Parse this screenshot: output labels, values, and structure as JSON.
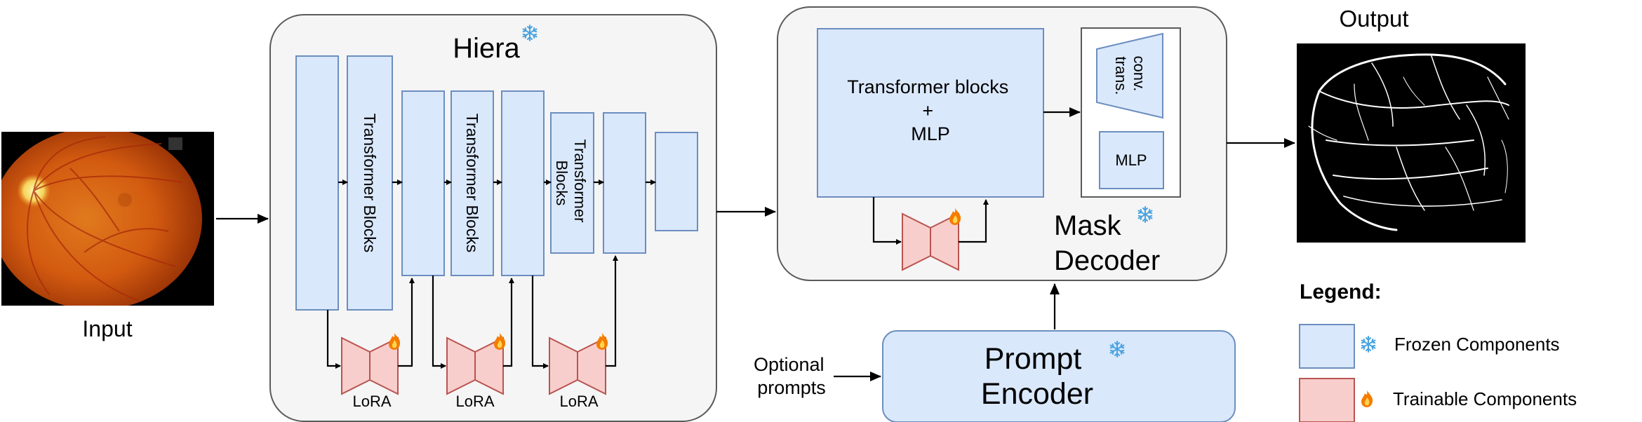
{
  "labels": {
    "input": "Input",
    "output": "Output",
    "hiera_title": "Hiera",
    "transformer_blocks_1": "Transformer Blocks",
    "transformer_blocks_2": "Transformer Blocks",
    "transformer_blocks_3_line1": "Transformer",
    "transformer_blocks_3_line2": "Blocks",
    "lora_1": "LoRA",
    "lora_2": "LoRA",
    "lora_3": "LoRA",
    "decoder_transformer_line1": "Transformer blocks",
    "decoder_transformer_line2": "+",
    "decoder_transformer_line3": "MLP",
    "conv_trans_line1": "conv.",
    "conv_trans_line2": "trans.",
    "decoder_mlp": "MLP",
    "mask_decoder_line1": "Mask",
    "mask_decoder_line2": "Decoder",
    "optional_prompts_line1": "Optional",
    "optional_prompts_line2": "prompts",
    "prompt_encoder_line1": "Prompt",
    "prompt_encoder_line2": "Encoder",
    "legend_title": "Legend:",
    "legend_frozen": "Frozen Components",
    "legend_trainable": "Trainable Components"
  },
  "icons": {
    "frozen": "snowflake-icon",
    "trainable": "fire-icon"
  },
  "colors": {
    "frozen_fill": "#dae8fc",
    "frozen_stroke": "#6c8ebf",
    "trainable_fill": "#f8cecc",
    "trainable_stroke": "#b85450",
    "panel_fill": "#f5f5f5",
    "snowflake": "#4aa3df",
    "fire": "#f57c00"
  }
}
